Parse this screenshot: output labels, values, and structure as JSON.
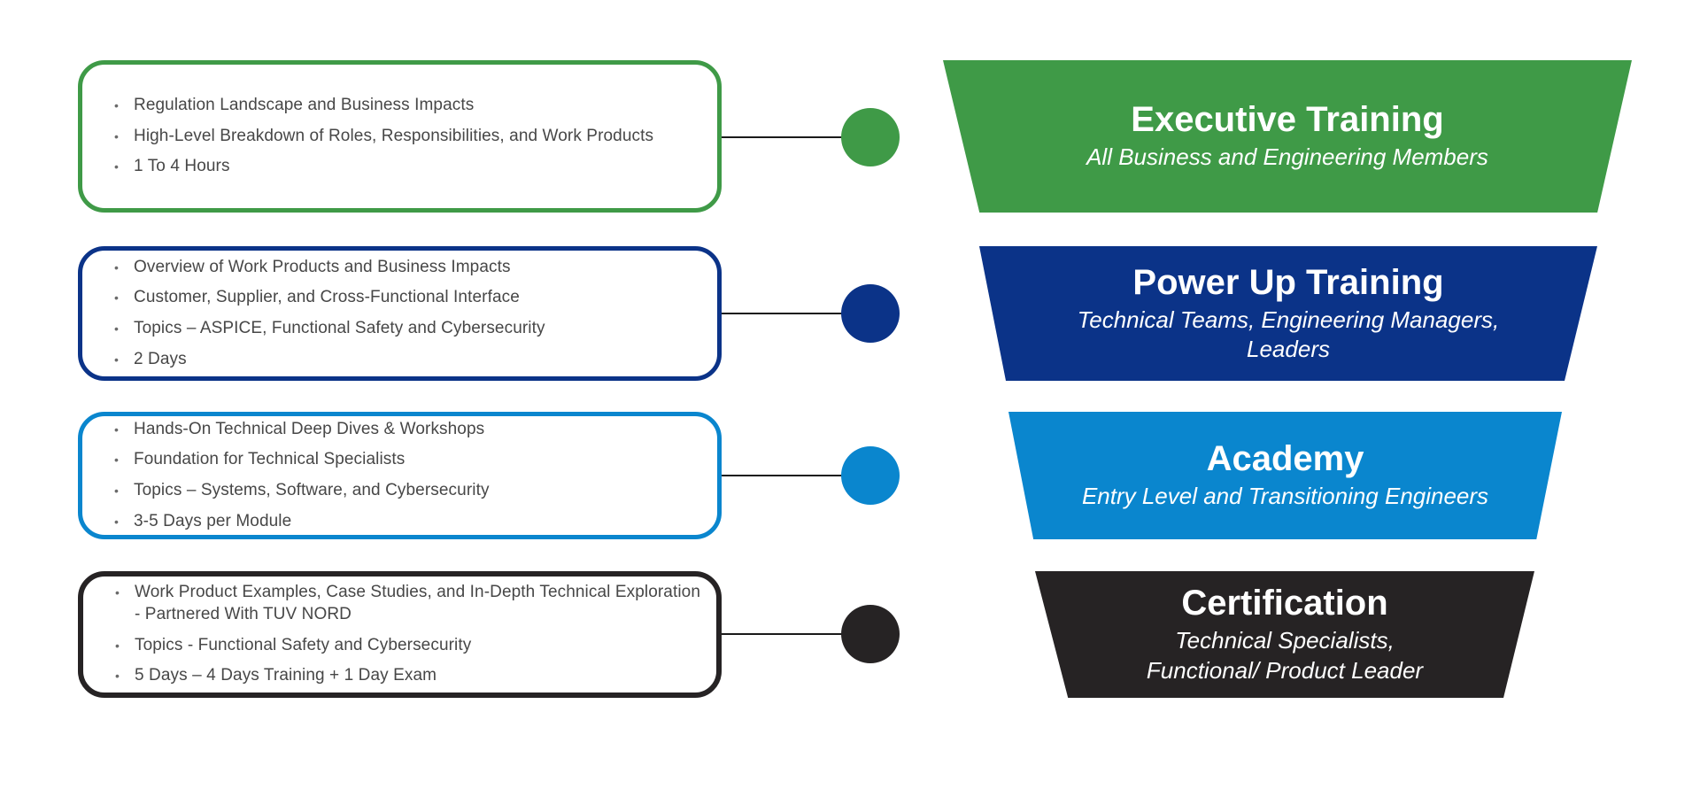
{
  "diagram": {
    "name": "training-funnel",
    "levels": [
      {
        "name": "executive-training",
        "color": "#3F9A47",
        "bullets": [
          "Regulation Landscape and Business Impacts",
          "High-Level Breakdown of Roles, Responsibilities, and Work Products",
          "1 To 4 Hours"
        ],
        "funnel": {
          "title": "Executive Training",
          "subtitle": "All Business and Engineering Members"
        }
      },
      {
        "name": "power-up-training",
        "color": "#0B3388",
        "bullets": [
          "Overview of Work Products and Business Impacts",
          "Customer, Supplier, and Cross-Functional Interface",
          "Topics – ASPICE, Functional Safety and Cybersecurity",
          "2 Days"
        ],
        "funnel": {
          "title": "Power Up Training",
          "subtitle": "Technical Teams, Engineering Managers, Leaders"
        }
      },
      {
        "name": "academy",
        "color": "#0A86CE",
        "bullets": [
          "Hands-On Technical Deep Dives & Workshops",
          "Foundation for Technical Specialists",
          "Topics – Systems, Software, and Cybersecurity",
          "3-5 Days per Module"
        ],
        "funnel": {
          "title": "Academy",
          "subtitle": "Entry Level and Transitioning Engineers"
        }
      },
      {
        "name": "certification",
        "color": "#262324",
        "bullets": [
          "Work Product Examples, Case Studies, and In-Depth Technical Exploration - Partnered With TUV NORD",
          "Topics - Functional Safety and Cybersecurity",
          "5 Days – 4 Days Training + 1 Day Exam"
        ],
        "funnel": {
          "title": "Certification",
          "subtitle": "Technical Specialists, Functional/ Product Leader"
        }
      }
    ]
  }
}
